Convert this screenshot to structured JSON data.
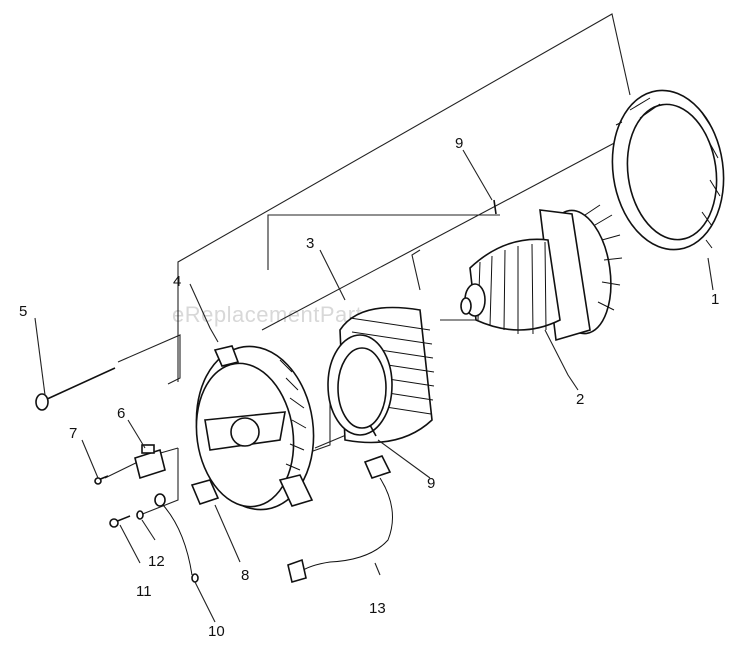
{
  "watermark": "eReplacementParts.com",
  "callouts": [
    {
      "id": "1",
      "label": "1"
    },
    {
      "id": "2",
      "label": "2"
    },
    {
      "id": "3",
      "label": "3"
    },
    {
      "id": "4",
      "label": "4"
    },
    {
      "id": "5",
      "label": "5"
    },
    {
      "id": "6",
      "label": "6"
    },
    {
      "id": "7",
      "label": "7"
    },
    {
      "id": "8",
      "label": "8"
    },
    {
      "id": "9a",
      "label": "9"
    },
    {
      "id": "9b",
      "label": "9"
    },
    {
      "id": "10",
      "label": "10"
    },
    {
      "id": "11",
      "label": "11"
    },
    {
      "id": "12",
      "label": "12"
    },
    {
      "id": "13",
      "label": "13"
    }
  ]
}
